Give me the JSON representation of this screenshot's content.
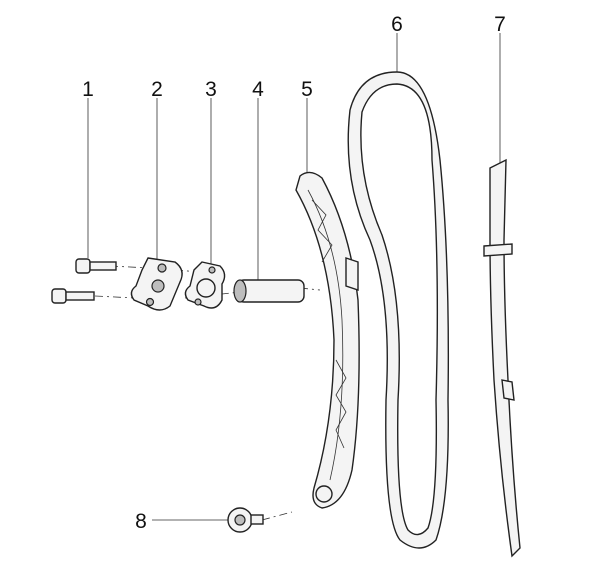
{
  "callouts": [
    {
      "number": "1"
    },
    {
      "number": "2"
    },
    {
      "number": "3"
    },
    {
      "number": "4"
    },
    {
      "number": "5"
    },
    {
      "number": "6"
    },
    {
      "number": "7"
    },
    {
      "number": "8"
    }
  ]
}
